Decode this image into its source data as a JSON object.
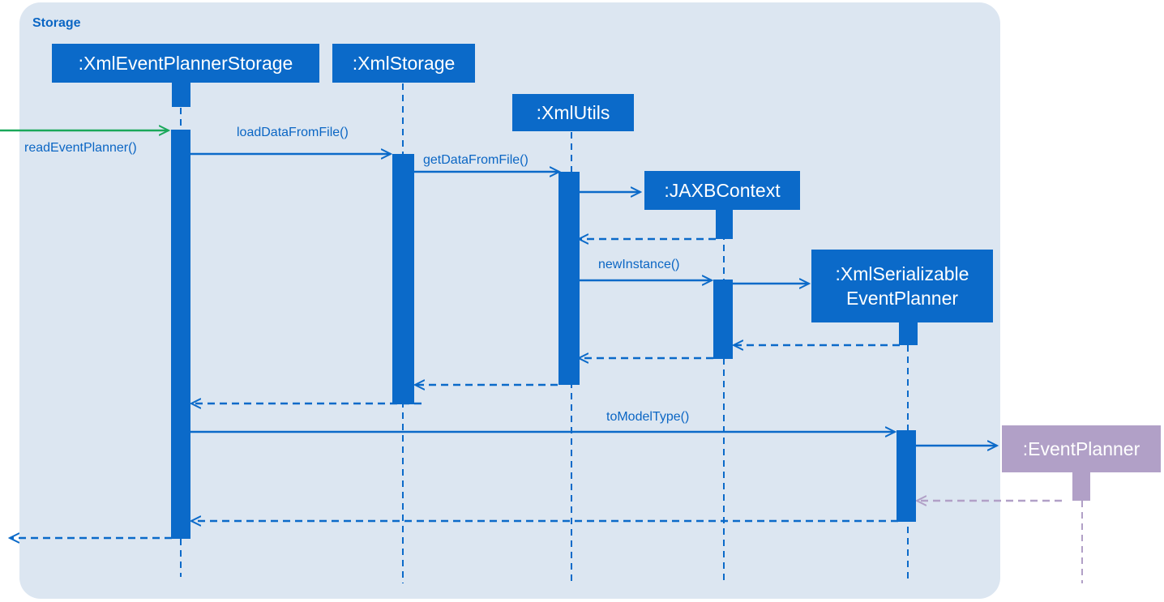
{
  "frame": {
    "title": "Storage"
  },
  "lifelines": {
    "xml_event_planner_storage": ":XmlEventPlannerStorage",
    "xml_storage": ":XmlStorage",
    "xml_utils": ":XmlUtils",
    "jaxb_context": ":JAXBContext",
    "xml_serializable_line1": ":XmlSerializable",
    "xml_serializable_line2": "EventPlanner",
    "event_planner": ":EventPlanner"
  },
  "messages": {
    "read_event_planner": "readEventPlanner()",
    "load_data_from_file": "loadDataFromFile()",
    "get_data_from_file": "getDataFromFile()",
    "new_instance": "newInstance()",
    "to_model_type": "toModelType()"
  },
  "colors": {
    "frame_background": "#dce6f1",
    "lifeline_blue": "#0b6ac9",
    "entry_arrow_green": "#1aa85a",
    "event_planner_purple": "#b1a0c7"
  }
}
